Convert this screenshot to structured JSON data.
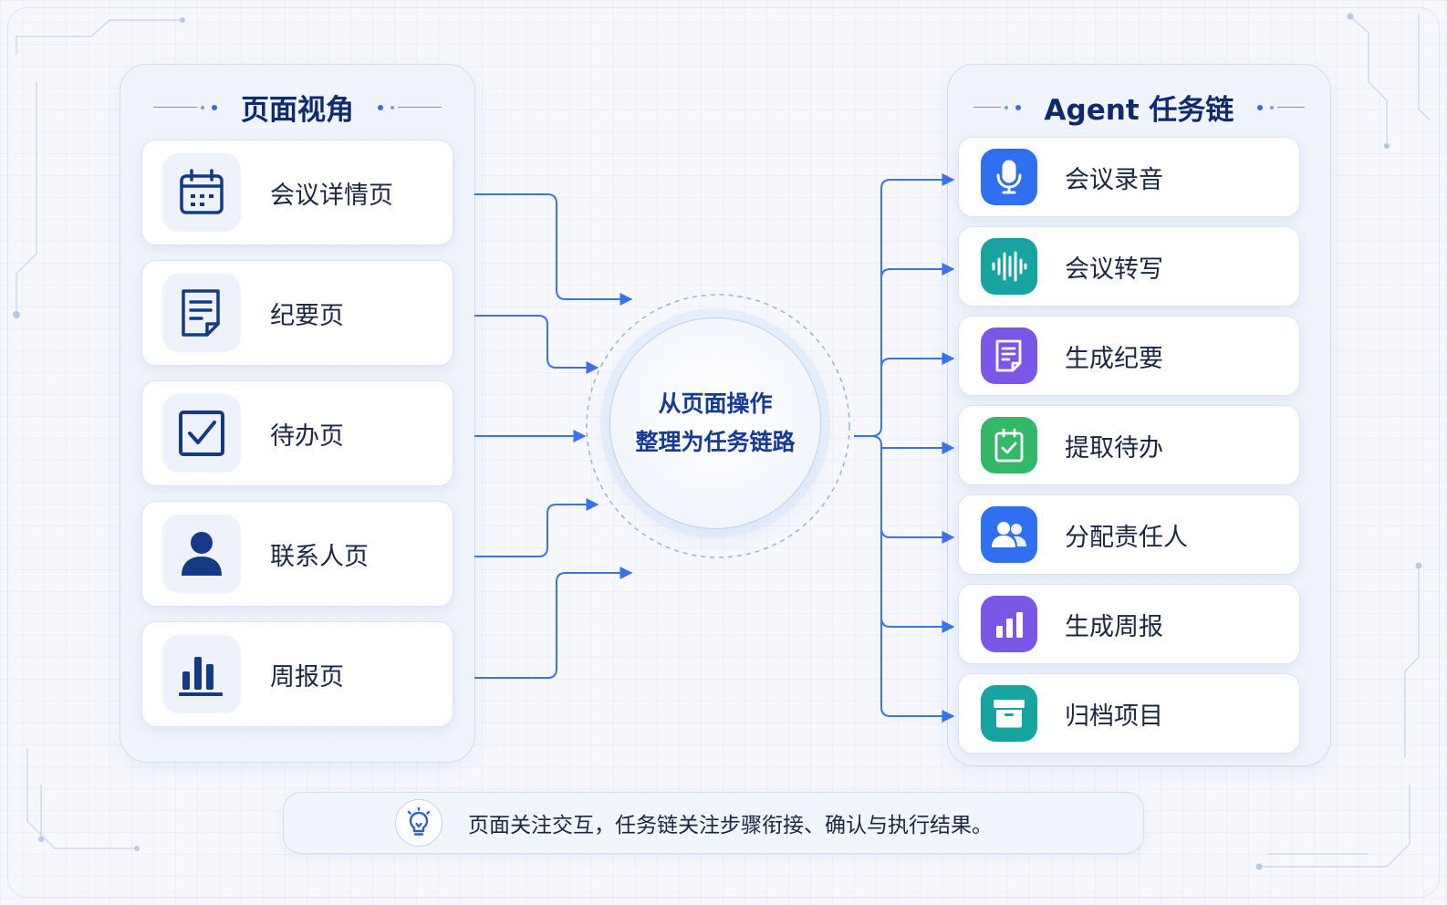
{
  "left_panel": {
    "title": "页面视角",
    "items": [
      {
        "label": "会议详情页",
        "icon": "calendar-icon"
      },
      {
        "label": "纪要页",
        "icon": "document-icon"
      },
      {
        "label": "待办页",
        "icon": "checkbox-icon"
      },
      {
        "label": "联系人页",
        "icon": "person-icon"
      },
      {
        "label": "周报页",
        "icon": "bar-chart-icon"
      }
    ]
  },
  "center": {
    "line1": "从页面操作",
    "line2": "整理为任务链路"
  },
  "right_panel": {
    "title": "Agent 任务链",
    "items": [
      {
        "label": "会议录音",
        "icon": "microphone-icon",
        "color": "#2f6ff0"
      },
      {
        "label": "会议转写",
        "icon": "waveform-icon",
        "color": "#17a3a0"
      },
      {
        "label": "生成纪要",
        "icon": "document-icon",
        "color": "#7b57e8"
      },
      {
        "label": "提取待办",
        "icon": "clipboard-check-icon",
        "color": "#35b768"
      },
      {
        "label": "分配责任人",
        "icon": "people-icon",
        "color": "#2f6ff0"
      },
      {
        "label": "生成周报",
        "icon": "bar-chart-icon",
        "color": "#7b57e8"
      },
      {
        "label": "归档项目",
        "icon": "archive-box-icon",
        "color": "#17a3a0"
      }
    ]
  },
  "footer": {
    "text": "页面关注交互，任务链关注步骤衔接、确认与执行结果。",
    "icon": "lightbulb-icon"
  },
  "colors": {
    "navy": "#0f2b6e",
    "connector": "#3b73e6"
  }
}
